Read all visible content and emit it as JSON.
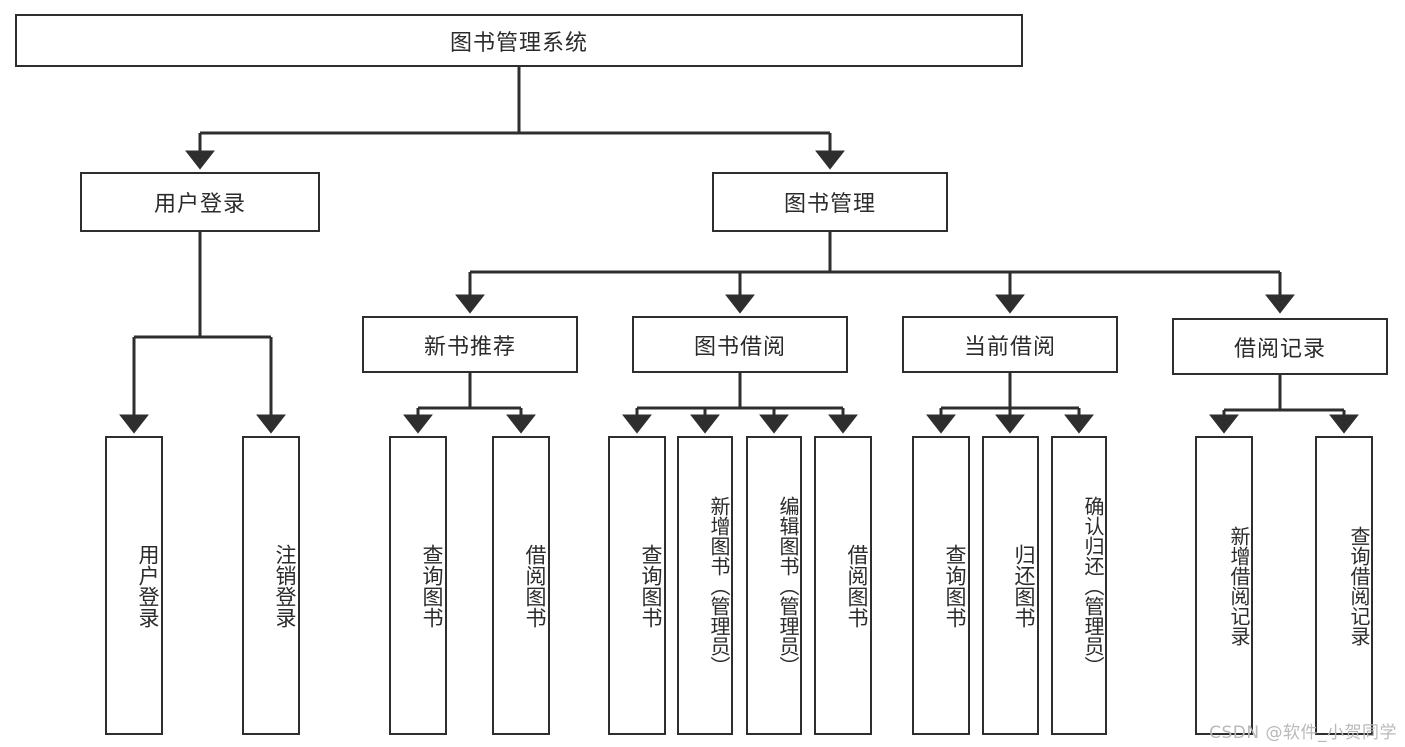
{
  "diagram": {
    "title": "图书管理系统",
    "watermark": "CSDN @软件_小贺同学",
    "colors": {
      "stroke": "#2e2e2e",
      "text": "#2b2b2b",
      "background": "#ffffff",
      "watermark": "#b9b9b9"
    },
    "nodes": {
      "root": {
        "label": "图书管理系统"
      },
      "level1": [
        {
          "label": "用户登录"
        },
        {
          "label": "图书管理"
        }
      ],
      "level2": [
        {
          "label": "新书推荐"
        },
        {
          "label": "图书借阅"
        },
        {
          "label": "当前借阅"
        },
        {
          "label": "借阅记录"
        }
      ],
      "leaves": {
        "user_login": [
          {
            "label": "用户登录"
          },
          {
            "label": "注销登录"
          }
        ],
        "new_book_recommend": [
          {
            "label": "查询图书"
          },
          {
            "label": "借阅图书"
          }
        ],
        "book_borrow": [
          {
            "label": "查询图书"
          },
          {
            "label": "新增图书（管理员）"
          },
          {
            "label": "编辑图书（管理员）"
          },
          {
            "label": "借阅图书"
          }
        ],
        "current_borrow": [
          {
            "label": "查询图书"
          },
          {
            "label": "归还图书"
          },
          {
            "label": "确认归还（管理员）"
          }
        ],
        "borrow_record": [
          {
            "label": "新增借阅记录"
          },
          {
            "label": "查询借阅记录"
          }
        ]
      }
    }
  }
}
